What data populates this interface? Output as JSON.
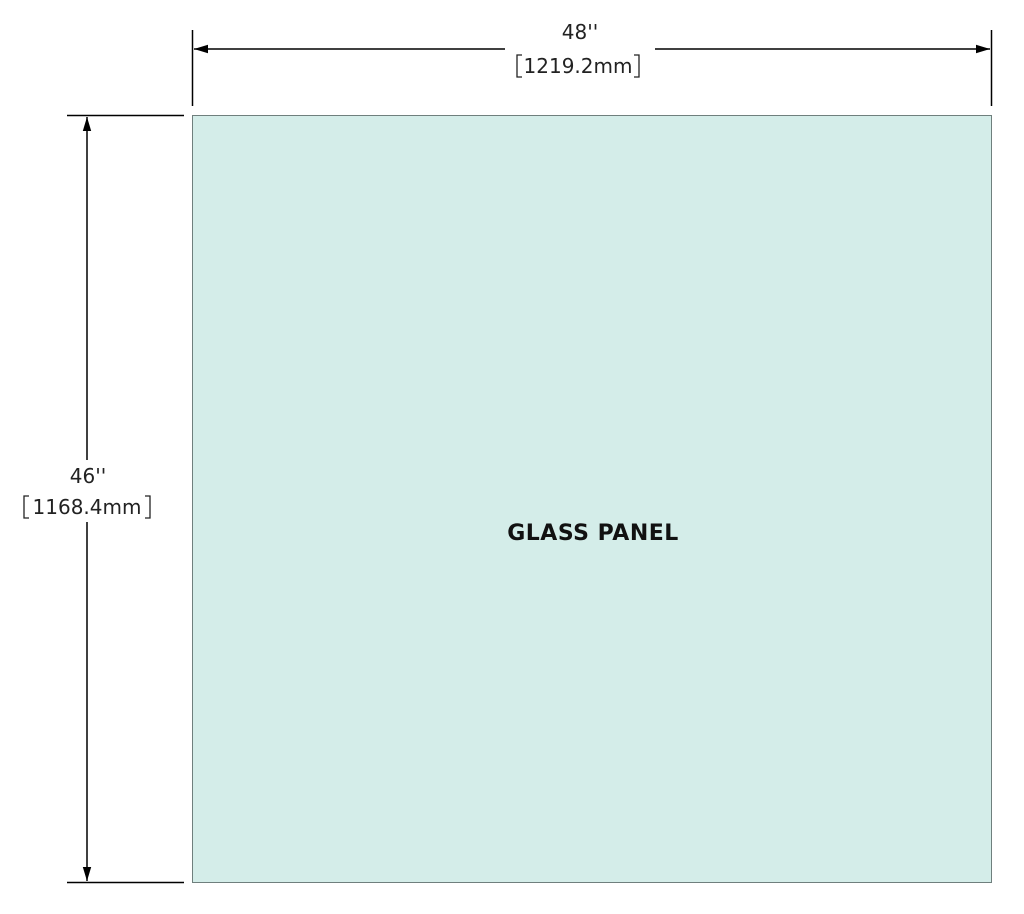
{
  "drawing": {
    "panel_label": "GLASS PANEL",
    "panel_fill": "#d4ede9",
    "panel_border": "#6f7f7d",
    "line_color": "#000000",
    "width_dim": {
      "imperial": "48''",
      "metric": "1219.2mm"
    },
    "height_dim": {
      "imperial": "46''",
      "metric": "1168.4mm"
    }
  }
}
